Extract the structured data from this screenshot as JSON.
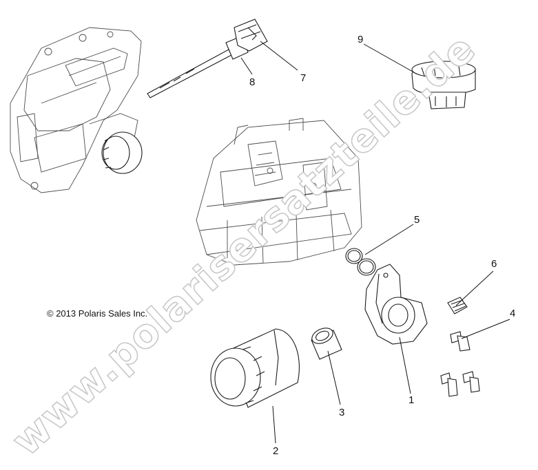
{
  "copyright": "© 2013 Polaris Sales Inc.",
  "watermark": "www.polarisersatzteile.de",
  "callouts": [
    {
      "id": "1",
      "label": "1",
      "part": "oil-filter-adapter"
    },
    {
      "id": "2",
      "label": "2",
      "part": "oil-filter"
    },
    {
      "id": "3",
      "label": "3",
      "part": "sleeve"
    },
    {
      "id": "4",
      "label": "4",
      "part": "bolt"
    },
    {
      "id": "5",
      "label": "5",
      "part": "o-rings"
    },
    {
      "id": "6",
      "label": "6",
      "part": "plug"
    },
    {
      "id": "7",
      "label": "7",
      "part": "dipstick-cap"
    },
    {
      "id": "8",
      "label": "8",
      "part": "dipstick"
    },
    {
      "id": "9",
      "label": "9",
      "part": "oil-fill-cap"
    }
  ]
}
